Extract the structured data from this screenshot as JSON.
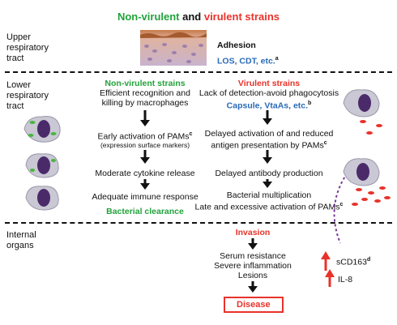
{
  "title": {
    "nonvirulent": "Non-virulent",
    "and": " and ",
    "virulent": "virulent strains"
  },
  "regions": {
    "upper": "Upper\nrespiratory\ntract",
    "lower": "Lower\nrespiratory\ntract",
    "internal": "Internal\norgans"
  },
  "upper": {
    "adhesion": "Adhesion",
    "factors": "LOS, CDT, etc.",
    "factors_sup": "a"
  },
  "nonvirulent": {
    "heading": "Non-virulent strains",
    "step1": "Efficient recognition and\nkilling by macrophages",
    "step2": "Early activation of PAMs",
    "step2_sup": "c",
    "step2_sub": "(expression surface markers)",
    "step3": "Moderate cytokine release",
    "step4": "Adequate immune response",
    "outcome": "Bacterial clearance"
  },
  "virulent": {
    "heading": "Virulent strains",
    "step1": "Lack of detection-avoid phagocytosis",
    "factors": "Capsule, VtaAs, etc.",
    "factors_sup": "b",
    "step2": "Delayed activation of and reduced\nantigen presentation by PAMs",
    "step2_sup": "c",
    "step3": "Delayed antibody production",
    "step4a": "Bacterial multiplication",
    "step4b": "Late and excessive activation of PAMs",
    "step4_sup": "c"
  },
  "internal": {
    "invasion": "Invasion",
    "step1": "Serum resistance\nSevere inflammation\nLesions",
    "disease": "Disease",
    "marker1": "sCD163",
    "marker1_sup": "d",
    "marker2": "IL-8"
  },
  "colors": {
    "green": "#22a23a",
    "red": "#e8332a",
    "blue": "#2a6ab8",
    "black": "#111111",
    "purple": "#7a3a9a"
  }
}
